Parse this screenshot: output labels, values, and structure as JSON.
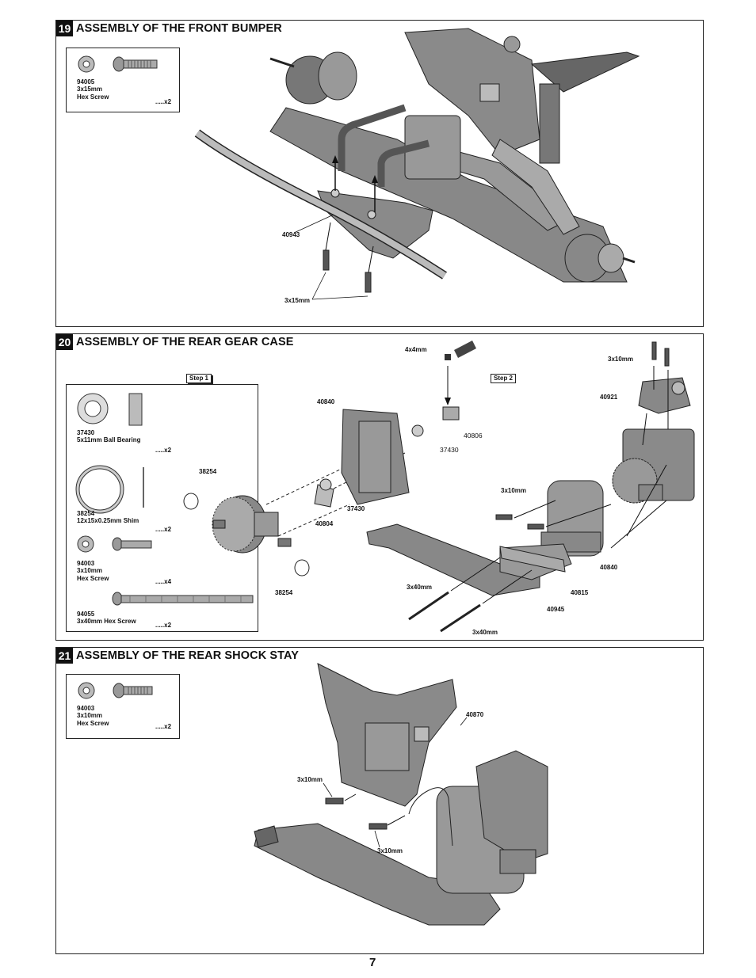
{
  "page_number": "7",
  "step19": {
    "number": "19",
    "title": "ASSEMBLY OF THE FRONT BUMPER",
    "parts": [
      {
        "code": "94005",
        "desc": "3x15mm\nHex Screw",
        "qty": ".....x2"
      }
    ],
    "callouts": {
      "bumper": "40943",
      "screw": "3x15mm"
    }
  },
  "step20": {
    "number": "20",
    "title": "ASSEMBLY OF THE REAR GEAR CASE",
    "substep1": "Step 1",
    "substep2": "Step 2",
    "parts": [
      {
        "code": "37430",
        "desc": "5x11mm Ball Bearing",
        "qty": ".....x2"
      },
      {
        "code": "38254",
        "desc": "12x15x0.25mm Shim",
        "qty": ".....x2"
      },
      {
        "code": "94003",
        "desc": "3x10mm\nHex Screw",
        "qty": ".....x4"
      },
      {
        "code": "94055",
        "desc": "3x40mm Hex Screw",
        "qty": ".....x2"
      }
    ],
    "callouts": {
      "set_screw": "4x4mm",
      "gearcase_left": "40840",
      "shim_top": "38254",
      "shim_bottom": "38254",
      "bearing_a": "37430",
      "bearing_b": "37430",
      "pin": "40806",
      "spider": "40804",
      "mount_top_screw": "3x10mm",
      "mount": "40921",
      "side_screw": "3x10mm",
      "gearcase_right": "40840",
      "spacer": "40815",
      "rail": "40945",
      "long_screw_a": "3x40mm",
      "long_screw_b": "3x40mm"
    }
  },
  "step21": {
    "number": "21",
    "title": "ASSEMBLY OF THE REAR SHOCK STAY",
    "parts": [
      {
        "code": "94003",
        "desc": "3x10mm\nHex Screw",
        "qty": ".....x2"
      }
    ],
    "callouts": {
      "shock_stay": "40870",
      "screw_a": "3x10mm",
      "screw_b": "3x10mm"
    }
  }
}
